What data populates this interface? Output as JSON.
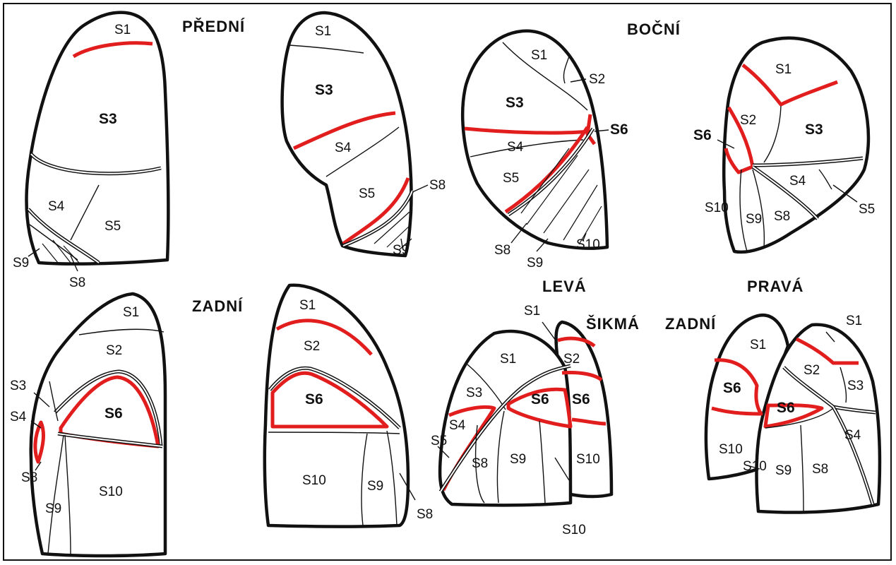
{
  "colors": {
    "outline": "#111111",
    "fissure_highlight": "#e11d1d",
    "background": "#ffffff"
  },
  "views": {
    "anterior": "PŘEDNÍ",
    "lateral": "BOČNÍ",
    "posterior": "ZADNÍ",
    "left": "LEVÁ",
    "right": "PRAVÁ",
    "oblique": "ŠIKMÁ",
    "posterior2": "ZADNÍ"
  },
  "segments": {
    "s1": "S1",
    "s2": "S2",
    "s3": "S3",
    "s4": "S4",
    "s5": "S5",
    "s6": "S6",
    "s8": "S8",
    "s9": "S9",
    "s10": "S10"
  }
}
